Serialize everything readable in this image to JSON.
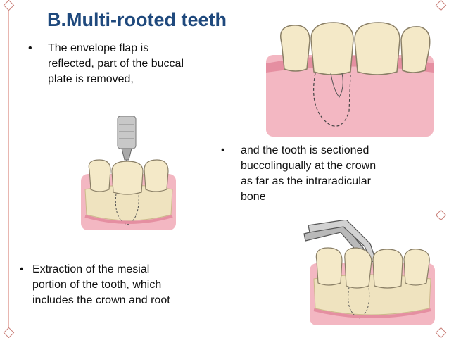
{
  "slide": {
    "title": "B.Multi-rooted teeth",
    "bullets": [
      {
        "marker": "•",
        "text": "The envelope flap is\nreflected, part of the buccal\nplate is removed,"
      },
      {
        "marker": "•",
        "text": "and the tooth is sectioned\nbuccolingually at the crown\nas far as the intraradicular\nbone"
      },
      {
        "marker": "•",
        "text": "Extraction of the mesial\nportion of the tooth, which\nincludes the crown and root"
      }
    ]
  },
  "colors": {
    "title": "#1f497d",
    "text": "#111111",
    "gum": "#f3b7c2",
    "tooth": "#f4e9c8",
    "bone": "#efe3bf",
    "border": "#e8b6b0"
  }
}
